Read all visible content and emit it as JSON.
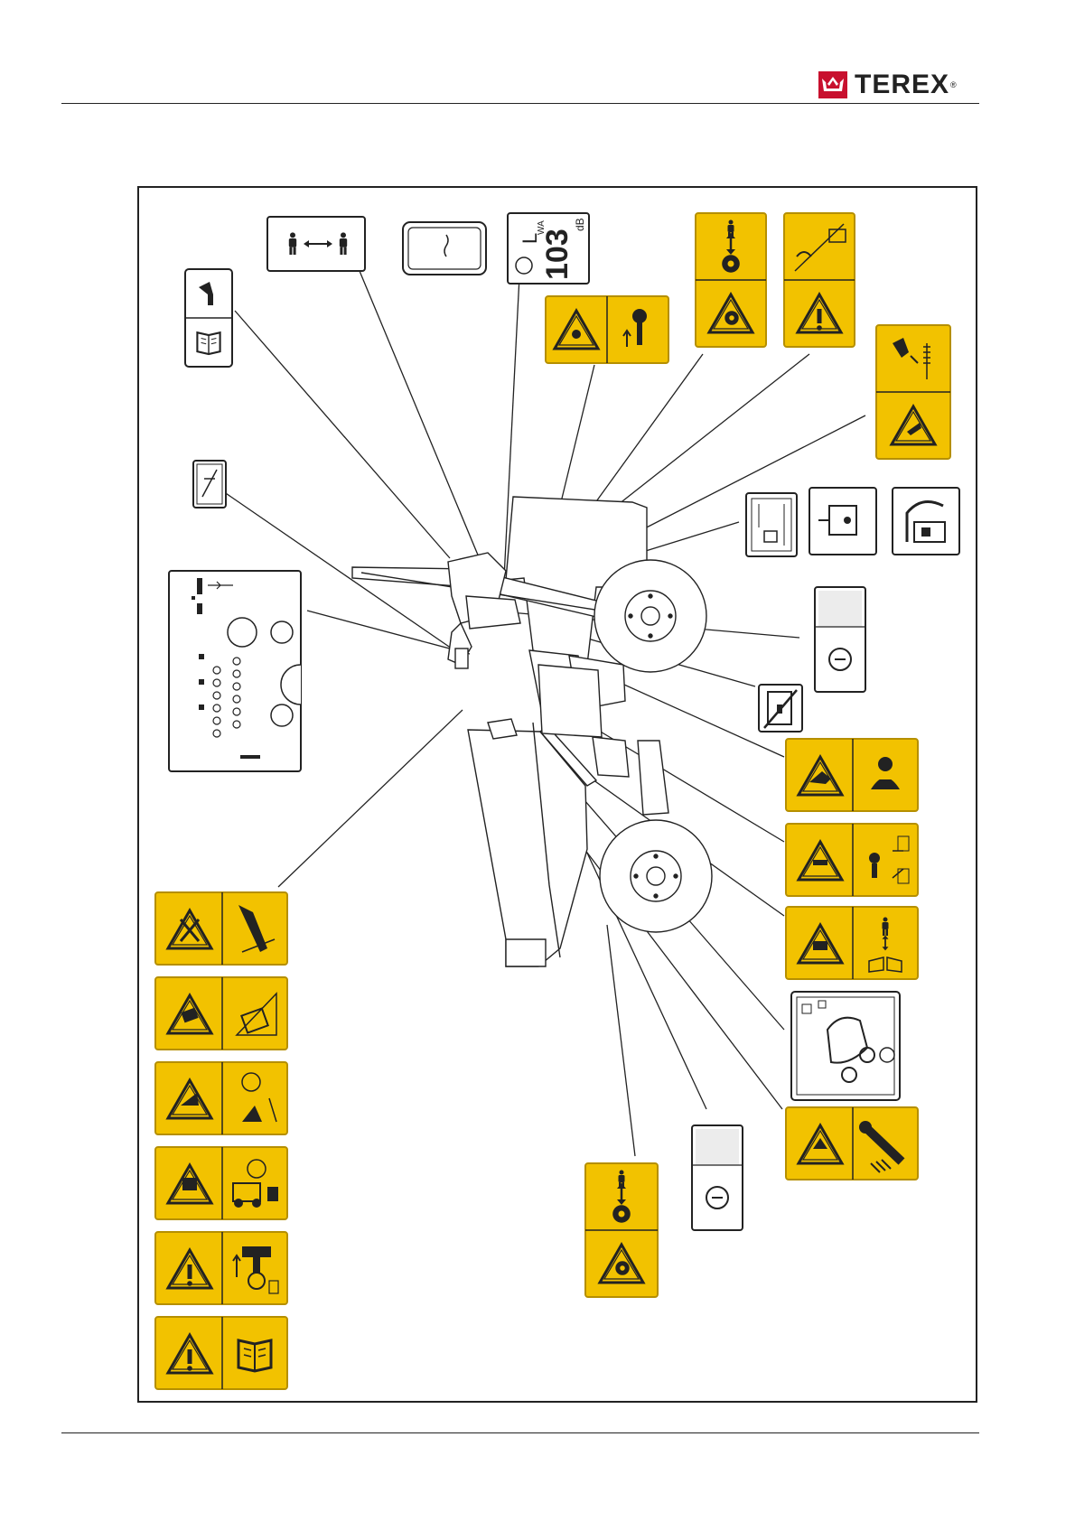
{
  "header": {
    "brand": "TEREX",
    "brand_mark": "®",
    "logo_color": "#c8102e"
  },
  "labels": {
    "noise_symbol": "L",
    "noise_sub": "WA",
    "noise_value": "103",
    "noise_unit": "dB"
  },
  "colors": {
    "decal_yellow": "#f2c200",
    "decal_border": "#b58f00",
    "line": "#222222"
  },
  "icons": [
    "warning-triangle-icon",
    "manual-book-icon",
    "key-remove-icon",
    "crush-hazard-icon",
    "hearing-protection-icon",
    "rotating-part-icon",
    "hot-surface-icon",
    "seatbelt-icon",
    "lifting-point-icon",
    "tie-down-icon"
  ]
}
